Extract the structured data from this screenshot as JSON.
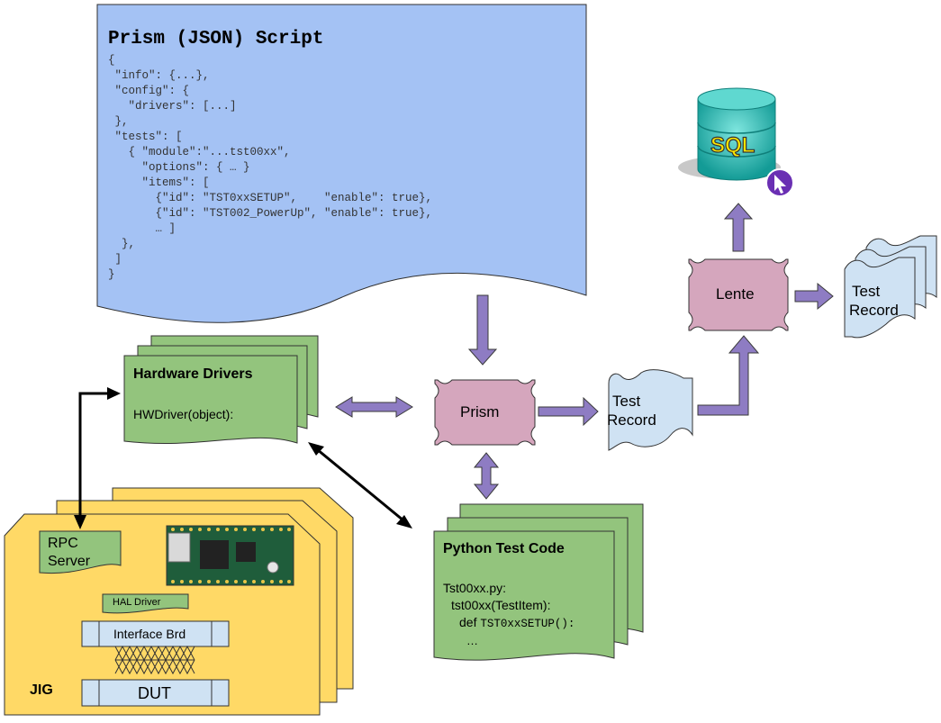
{
  "script": {
    "title": "Prism (JSON) Script",
    "lines": [
      "{",
      " \"info\": {...},",
      " \"config\": {",
      "   \"drivers\": [...]",
      " },",
      " \"tests\": [",
      "   { \"module\":\"...tst00xx\",",
      "     \"options\": { … }",
      "     \"items\": [",
      "       {\"id\": \"TST0xxSETUP\",    \"enable\": true},",
      "       {\"id\": \"TST002_PowerUp\", \"enable\": true},",
      "       … ]",
      "  },",
      " ]",
      "}"
    ]
  },
  "hw_drivers": {
    "title": "Hardware Drivers",
    "code": "HWDriver(object):"
  },
  "prism": {
    "label": "Prism"
  },
  "test_record_mid": {
    "line1": "Test",
    "line2": "Record"
  },
  "lente": {
    "label": "Lente"
  },
  "test_record_right": {
    "line1": "Test",
    "line2": "Record"
  },
  "sql": {
    "label": "SQL"
  },
  "python": {
    "title": "Python Test Code",
    "line1": "Tst00xx.py:",
    "line2": "tst00xx(TestItem):",
    "line3_prefix": "def ",
    "line3_mono": "TST0xxSETUP():",
    "line4": "…"
  },
  "jig": {
    "label": "JIG",
    "rpc_line1": "RPC",
    "rpc_line2": "Server",
    "hal": "HAL Driver",
    "interface": "Interface Brd",
    "dut": "DUT"
  },
  "colors": {
    "script_fill": "#a4c2f4",
    "green": "#93c47d",
    "pink": "#d5a6bd",
    "doc_blue": "#cfe2f3",
    "arrow_purple": "#8e7cc3",
    "jig_yellow": "#ffd966",
    "sql_teal": "#26b5b0"
  }
}
